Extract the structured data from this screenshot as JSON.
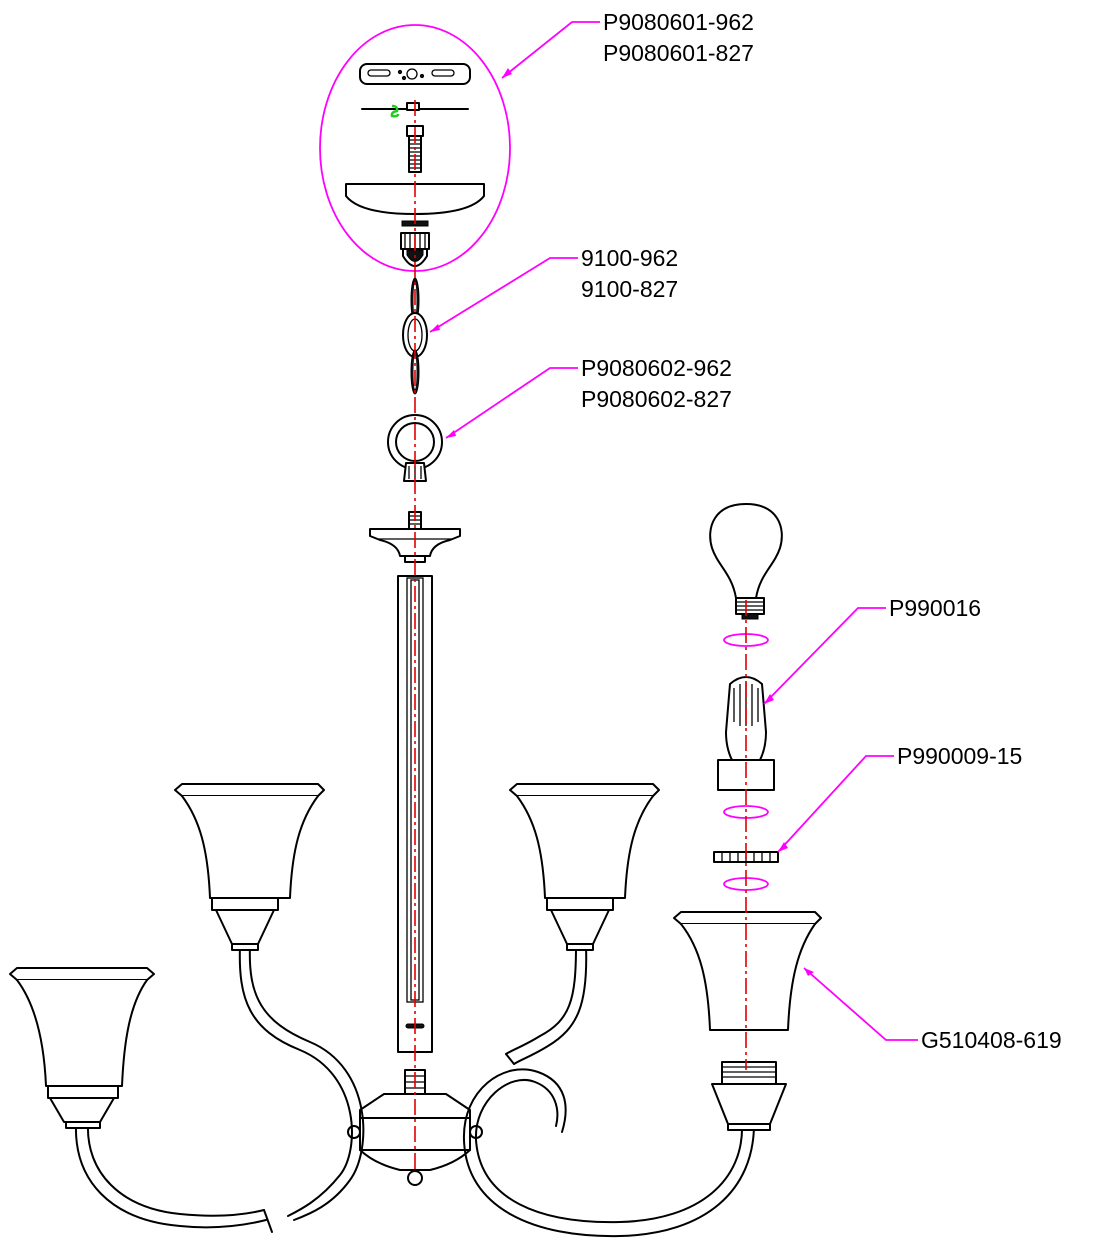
{
  "callouts": [
    {
      "id": "canopy-kit",
      "lines": [
        "P9080601-962",
        "P9080601-827"
      ]
    },
    {
      "id": "chain",
      "lines": [
        "9100-962",
        "9100-827"
      ]
    },
    {
      "id": "loop",
      "lines": [
        "P9080602-962",
        "P9080602-827"
      ]
    },
    {
      "id": "socket",
      "lines": [
        "P990016"
      ]
    },
    {
      "id": "shade-ring",
      "lines": [
        "P990009-15"
      ]
    },
    {
      "id": "glass-shade",
      "lines": [
        "G510408-619"
      ]
    }
  ],
  "colors": {
    "leader": "#ff00ff",
    "center_axis": "#e00000",
    "line": "#000000",
    "ground_screw": "#22cc22"
  },
  "icons": [
    "bulb-icon",
    "socket-icon",
    "shade-icon",
    "chain-link-icon",
    "loop-icon",
    "canopy-icon"
  ]
}
